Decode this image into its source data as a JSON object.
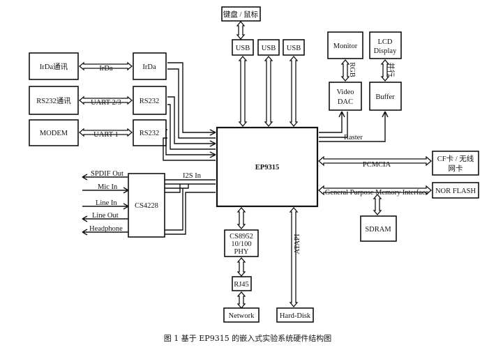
{
  "diagram": {
    "center": "EP9315",
    "left_blocks": {
      "irda_comm": "IrDa通讯",
      "rs232_comm": "RS232通讯",
      "modem": "MODEM",
      "irda": "IrDa",
      "rs232_a": "RS232",
      "rs232_b": "RS232",
      "link_irda": "IrDa",
      "link_uart23": "UART 2/3",
      "link_uart1": "UART 1"
    },
    "audio": {
      "codec": "CS4228",
      "i2s": "I2S In",
      "ports": [
        "SPDIF Out",
        "Mic In",
        "Line In",
        "Line Out",
        "Headphone"
      ]
    },
    "top": {
      "keyboard_mouse": "键盘 / 鼠标",
      "usb": [
        "USB",
        "USB",
        "USB"
      ],
      "monitor": "Monitor",
      "lcd": "LCD Display",
      "rgb": "RGB",
      "video_dac": "Video DAC",
      "buffer": "Buffer",
      "buffer_bus": "并行",
      "raster": "Raster"
    },
    "right": {
      "pcmcia": "PCMCIA",
      "cf_card": "CF卡 / 无线网卡",
      "gpmi": "General Purpose Memory Interface",
      "nor_flash": "NOR FLASH",
      "sdram": "SDRAM"
    },
    "bottom": {
      "phy": "CS8952 10/100 PHY",
      "rj45": "RJ45",
      "network": "Network",
      "atapi": "ATAPI",
      "hard_disk": "Hard-Disk"
    },
    "caption": "图 1   基于 EP9315 的嵌入式实验系统硬件结构图"
  }
}
